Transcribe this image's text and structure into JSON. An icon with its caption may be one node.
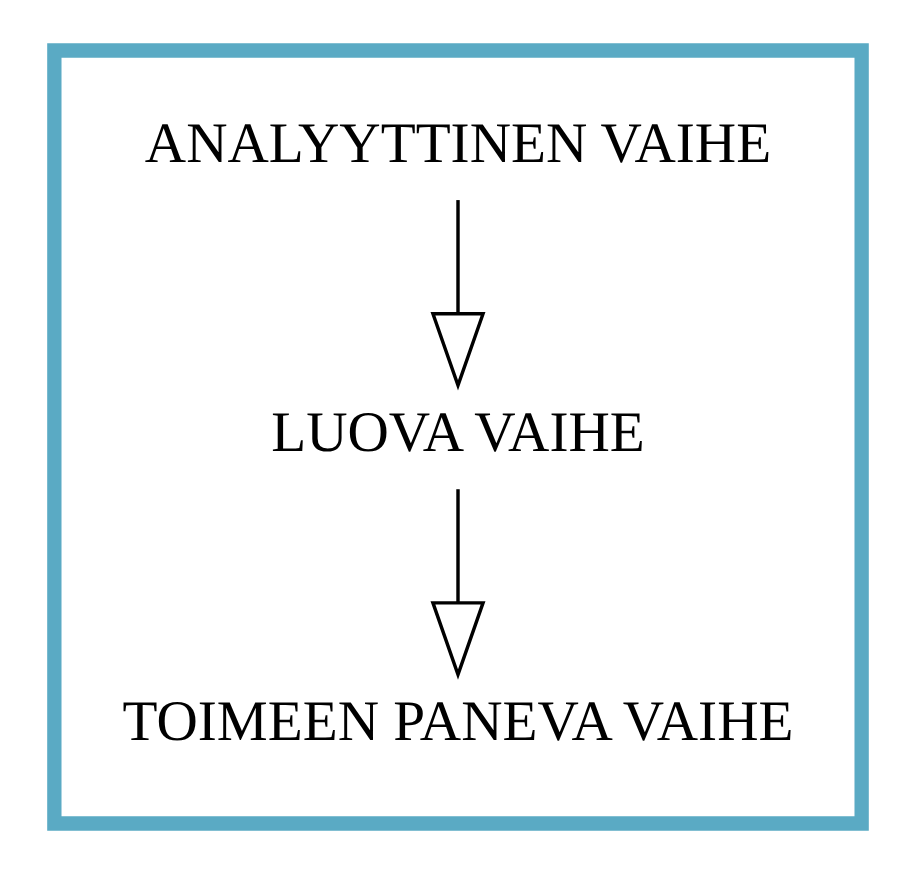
{
  "diagram": {
    "nodes": [
      {
        "text": [],
        "shape": "box"
      },
      {
        "text": [
          "ANALYYTTINEN VAIHE"
        ],
        "in": 0
      },
      {
        "text": [
          "LUOVA VAIHE"
        ],
        "in": 0
      },
      {
        "text": [
          "TOIMEEN PANEVA VAIHE"
        ],
        "in": 0
      }
    ],
    "edges": [
      {
        "from": 1,
        "to": 2,
        "arrow": "to"
      },
      {
        "from": 2,
        "to": 3,
        "arrow": "to"
      }
    ]
  }
}
